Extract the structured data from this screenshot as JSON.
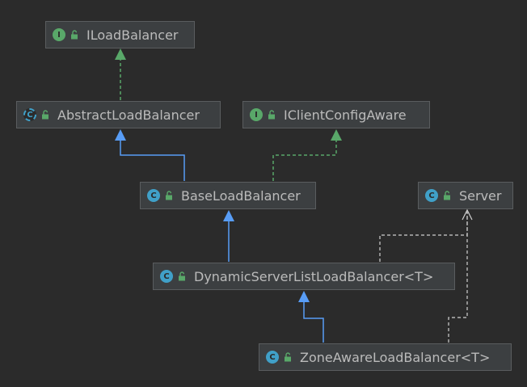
{
  "colors": {
    "background": "#2b2b2b",
    "node_fill": "#3c3f41",
    "node_border": "#5a5d5f",
    "text": "#bbbbbb",
    "extends_arrow": "#589df6",
    "implements_arrow": "#59a869",
    "dependency_arrow": "#d0d0d0",
    "interface_badge": "#59a869",
    "class_badge": "#40a0c8"
  },
  "nodes": [
    {
      "id": "iloadbalancer",
      "label": "ILoadBalancer",
      "kind": "interface",
      "badge": "I"
    },
    {
      "id": "abstractloadbalancer",
      "label": "AbstractLoadBalancer",
      "kind": "abstract",
      "badge": "C"
    },
    {
      "id": "iclientconfigaware",
      "label": "IClientConfigAware",
      "kind": "interface",
      "badge": "I"
    },
    {
      "id": "baseloadbalancer",
      "label": "BaseLoadBalancer",
      "kind": "class",
      "badge": "C"
    },
    {
      "id": "server",
      "label": "Server",
      "kind": "class",
      "badge": "C"
    },
    {
      "id": "dynamicserverlistloadbalancer",
      "label": "DynamicServerListLoadBalancer<T>",
      "kind": "class",
      "badge": "C"
    },
    {
      "id": "zoneawareloadbalancer",
      "label": "ZoneAwareLoadBalancer<T>",
      "kind": "class",
      "badge": "C"
    }
  ],
  "edges": [
    {
      "from": "abstractloadbalancer",
      "to": "iloadbalancer",
      "type": "implements"
    },
    {
      "from": "baseloadbalancer",
      "to": "abstractloadbalancer",
      "type": "extends"
    },
    {
      "from": "baseloadbalancer",
      "to": "iclientconfigaware",
      "type": "implements"
    },
    {
      "from": "dynamicserverlistloadbalancer",
      "to": "baseloadbalancer",
      "type": "extends"
    },
    {
      "from": "zoneawareloadbalancer",
      "to": "dynamicserverlistloadbalancer",
      "type": "extends"
    },
    {
      "from": "dynamicserverlistloadbalancer",
      "to": "server",
      "type": "dependency"
    },
    {
      "from": "zoneawareloadbalancer",
      "to": "server",
      "type": "dependency"
    }
  ]
}
